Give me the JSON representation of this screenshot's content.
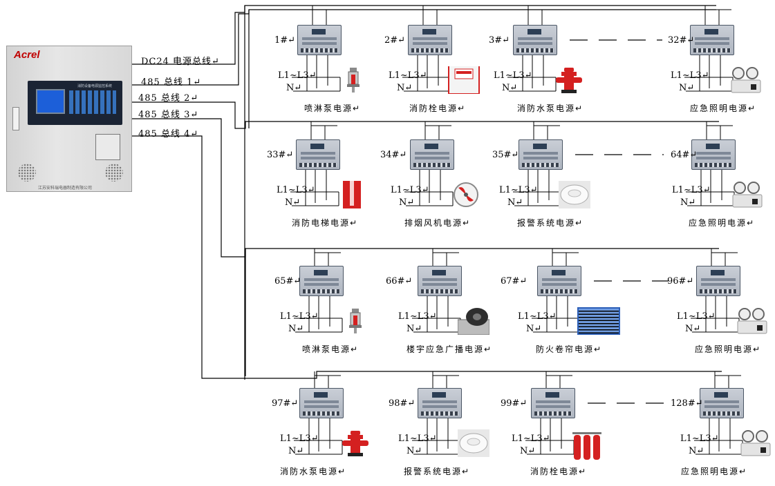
{
  "cabinet": {
    "brand": "Acrel",
    "panel_title": "消防设备电源监控系统",
    "company": "江苏安科瑞电器制造有限公司"
  },
  "bus_labels": [
    "DC24 电源总线↵",
    "485 总线 1↵",
    "485 总线 2↵",
    "485 总线 3↵",
    "485 总线 4↵"
  ],
  "phase_label": "L1~L3↵",
  "neutral_label": "N↵",
  "rows": [
    {
      "modules": [
        {
          "id": "1#↵",
          "caption": "喷淋泵电源↵",
          "equipment": "sprinkler-icon"
        },
        {
          "id": "2#↵",
          "caption": "消防栓电源↵",
          "equipment": "hydrant-cabinet-icon"
        },
        {
          "id": "3#↵",
          "caption": "消防水泵电源↵",
          "equipment": "fire-hydrant-icon"
        },
        {
          "id": "32#↵",
          "caption": "应急照明电源↵",
          "equipment": "emergency-light-icon"
        }
      ]
    },
    {
      "modules": [
        {
          "id": "33#↵",
          "caption": "消防电梯电源↵",
          "equipment": "elevator-sign-icon"
        },
        {
          "id": "34#↵",
          "caption": "排烟风机电源↵",
          "equipment": "exhaust-fan-icon"
        },
        {
          "id": "35#↵",
          "caption": "报警系统电源↵",
          "equipment": "smoke-detector-icon"
        },
        {
          "id": "64#↵",
          "caption": "应急照明电源↵",
          "equipment": "emergency-light-icon"
        }
      ]
    },
    {
      "modules": [
        {
          "id": "65#↵",
          "caption": "喷淋泵电源↵",
          "equipment": "sprinkler-icon"
        },
        {
          "id": "66#↵",
          "caption": "楼宇应急广播电源↵",
          "equipment": "speaker-icon"
        },
        {
          "id": "67#↵",
          "caption": "防火卷帘电源↵",
          "equipment": "roller-shutter-icon"
        },
        {
          "id": "96#↵",
          "caption": "应急照明电源↵",
          "equipment": "emergency-light-icon"
        }
      ]
    },
    {
      "modules": [
        {
          "id": "97#↵",
          "caption": "消防水泵电源↵",
          "equipment": "fire-hydrant-icon"
        },
        {
          "id": "98#↵",
          "caption": "报警系统电源↵",
          "equipment": "smoke-detector-icon"
        },
        {
          "id": "99#↵",
          "caption": "消防栓电源↵",
          "equipment": "gas-cylinders-icon"
        },
        {
          "id": "128#↵",
          "caption": "应急照明电源↵",
          "equipment": "emergency-light-icon"
        }
      ]
    }
  ],
  "colors": {
    "wire": "#000000",
    "device_body": "#b9c0ca",
    "fire_red": "#d42020"
  }
}
